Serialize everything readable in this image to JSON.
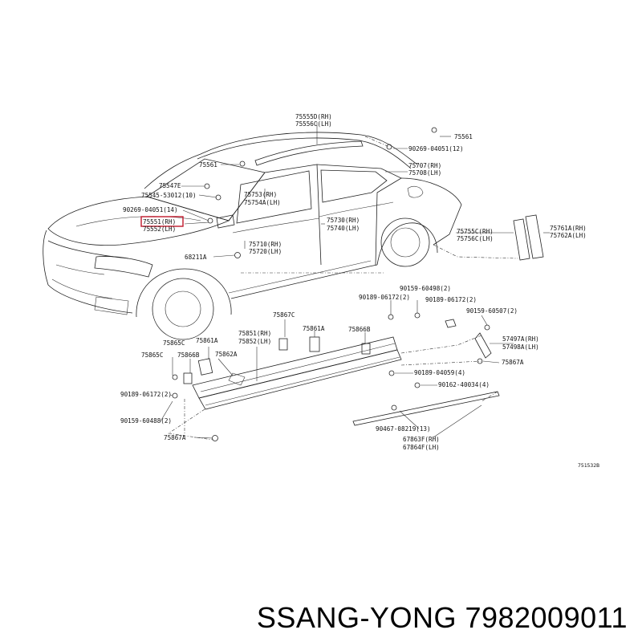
{
  "diagram": {
    "highlight_color": "#c0182b",
    "ref_code": "751532B",
    "callouts": {
      "c75555D": "75555D(RH)",
      "c75556C": "75556C(LH)",
      "c75561a": "75561",
      "c90269_12": "90269-04051(12)",
      "c75561b": "75561",
      "c75707B": "75707(RH)",
      "c75708": "75708(LH)",
      "c75547E": "75547E",
      "c75545": "75545-53012(10)",
      "c90269_14": "90269-04051(14)",
      "c75551": "75551(RH)",
      "c75552": "75552(LH)",
      "c75753": "75753(RH)",
      "c75754A": "75754A(LH)",
      "c75730": "75730(RH)",
      "c75740": "75740(LH)",
      "c75755C": "75755C(RH)",
      "c75756C": "75756C(LH)",
      "c75761A": "75761A(RH)",
      "c75762A": "75762A(LH)",
      "c75710": "75710(RH)",
      "c75720": "75720(LH)",
      "c68211A": "68211A",
      "c90159_2a": "90159-60498(2)",
      "c90189_2a": "90189-06172(2)",
      "c90189_2b": "90189-06172(2)",
      "c90159_2b": "90159-60507(2)",
      "c75867C": "75867C",
      "c75851": "75851(RH)",
      "c75852": "75852(LH)",
      "c75861A_mid": "75861A",
      "c75866B_mid": "75866B",
      "c57497A": "57497A(RH)",
      "c57498A": "57498A(LH)",
      "c75865C_top": "75865C",
      "c75861A_left": "75861A",
      "c75865C_left": "75865C",
      "c75866B_left": "75866B",
      "c75862A": "75862A",
      "c75867A_right": "75867A",
      "c90189_4": "90189-04059(4)",
      "c90162_4": "90162-40034(4)",
      "c90189_06172_2": "90189-06172(2)",
      "c90159_60488_2": "90159-60488(2)",
      "c90467_13": "90467-08219(13)",
      "c67863F": "67863F(RH)",
      "c67864F": "67864F(LH)",
      "c75867A_bottom": "75867A"
    }
  },
  "caption": "SSANG-YONG 7982009011"
}
